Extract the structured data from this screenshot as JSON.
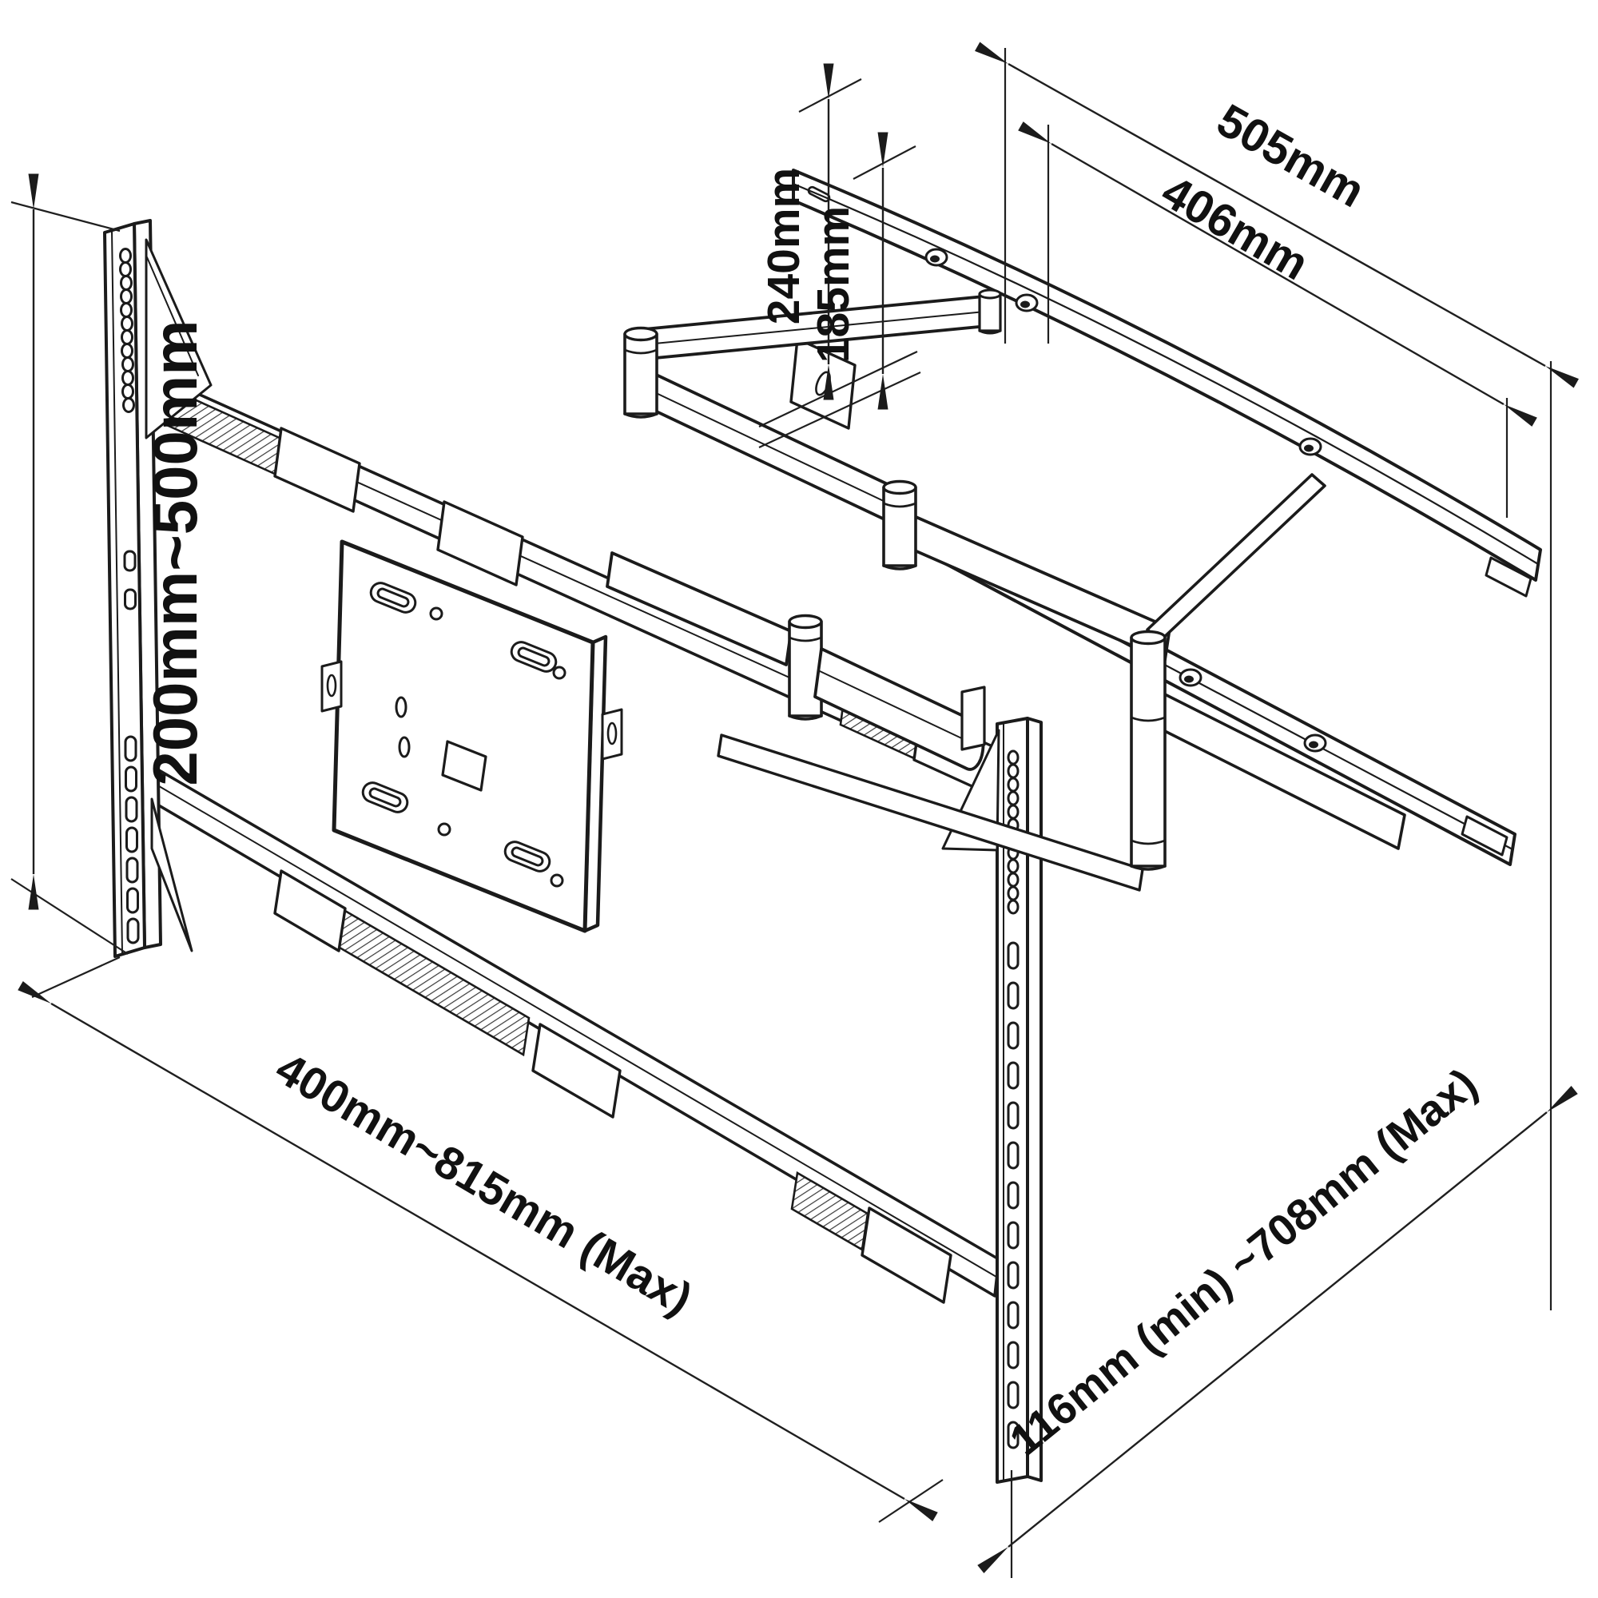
{
  "diagram": {
    "type": "technical-dimension-drawing",
    "subject": "articulating-tv-wall-mount",
    "background_color": "#ffffff",
    "line_color": "#1b1b1b",
    "dimensions": {
      "tv_bracket_height_range": "200mm~500mm",
      "tv_bracket_width_range": "400mm~815mm (Max)",
      "arm_extension_range": "116mm (min) ~708mm (Max)",
      "wall_plate_outer_width": "505mm",
      "wall_plate_inner_width": "406mm",
      "arm_drop_outer": "240mm",
      "arm_drop_inner": "185mm"
    }
  }
}
